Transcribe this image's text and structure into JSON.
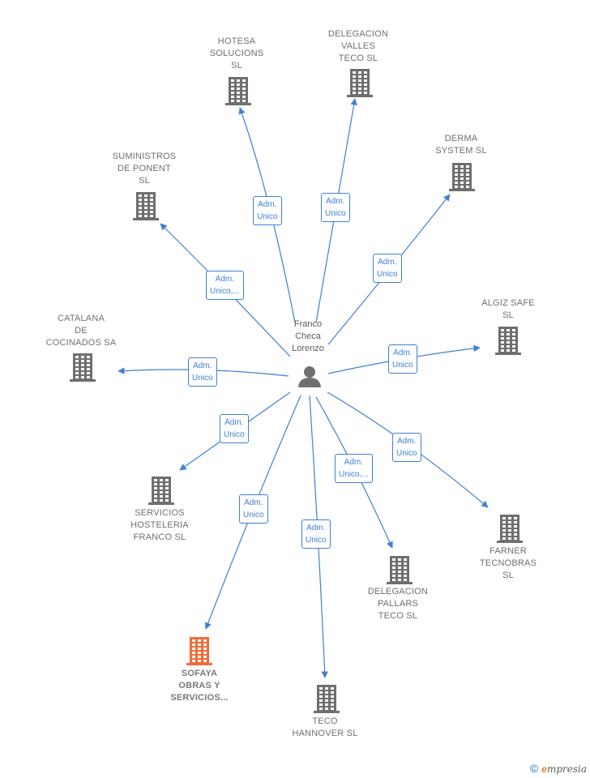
{
  "diagram": {
    "person": {
      "label": "Franco\nCheca\nLorenzo",
      "icon": "person-icon"
    },
    "colors": {
      "edge": "#3f7fd4",
      "building": "#6f6f6f",
      "highlight": "#f26c3a"
    },
    "companies": [
      {
        "id": "hotesa",
        "label": "HOTESA\nSOLUCIONS\nSL",
        "role": "Adm.\nUnico"
      },
      {
        "id": "delegacion-valles",
        "label": "DELEGACION\nVALLES\nTECO  SL",
        "role": "Adm.\nUnico"
      },
      {
        "id": "derma-system",
        "label": "DERMA\nSYSTEM SL",
        "role": "Adm.\nUnico"
      },
      {
        "id": "suministros-ponent",
        "label": "SUMINISTROS\nDE PONENT\nSL",
        "role": "Adm.\nUnico,..."
      },
      {
        "id": "algiz-safe",
        "label": "ALGIZ SAFE\nSL",
        "role": "Adm.\nUnico"
      },
      {
        "id": "catalana-cocinados",
        "label": "CATALANA\nDE\nCOCINADOS SA",
        "role": "Adm.\nUnico"
      },
      {
        "id": "servicios-hosteleria",
        "label": "SERVICIOS\nHOSTELERIA\nFRANCO  SL",
        "role": "Adm.\nUnico"
      },
      {
        "id": "farner-tecnobras",
        "label": "FARNER\nTECNOBRAS\nSL",
        "role": "Adm.\nUnico"
      },
      {
        "id": "delegacion-pallars",
        "label": "DELEGACION\nPALLARS\nTECO  SL",
        "role": "Adm.\nUnico,..."
      },
      {
        "id": "sofaya",
        "label": "SOFAYA\nOBRAS Y\nSERVICIOS...",
        "role": "Adm.\nUnico",
        "highlight": true
      },
      {
        "id": "teco-hannover",
        "label": "TECO\nHANNOVER  SL",
        "role": "Adm.\nUnico"
      }
    ]
  },
  "footer": {
    "copyright": "©",
    "brand_initial": "e",
    "brand_rest": "mpresia"
  }
}
